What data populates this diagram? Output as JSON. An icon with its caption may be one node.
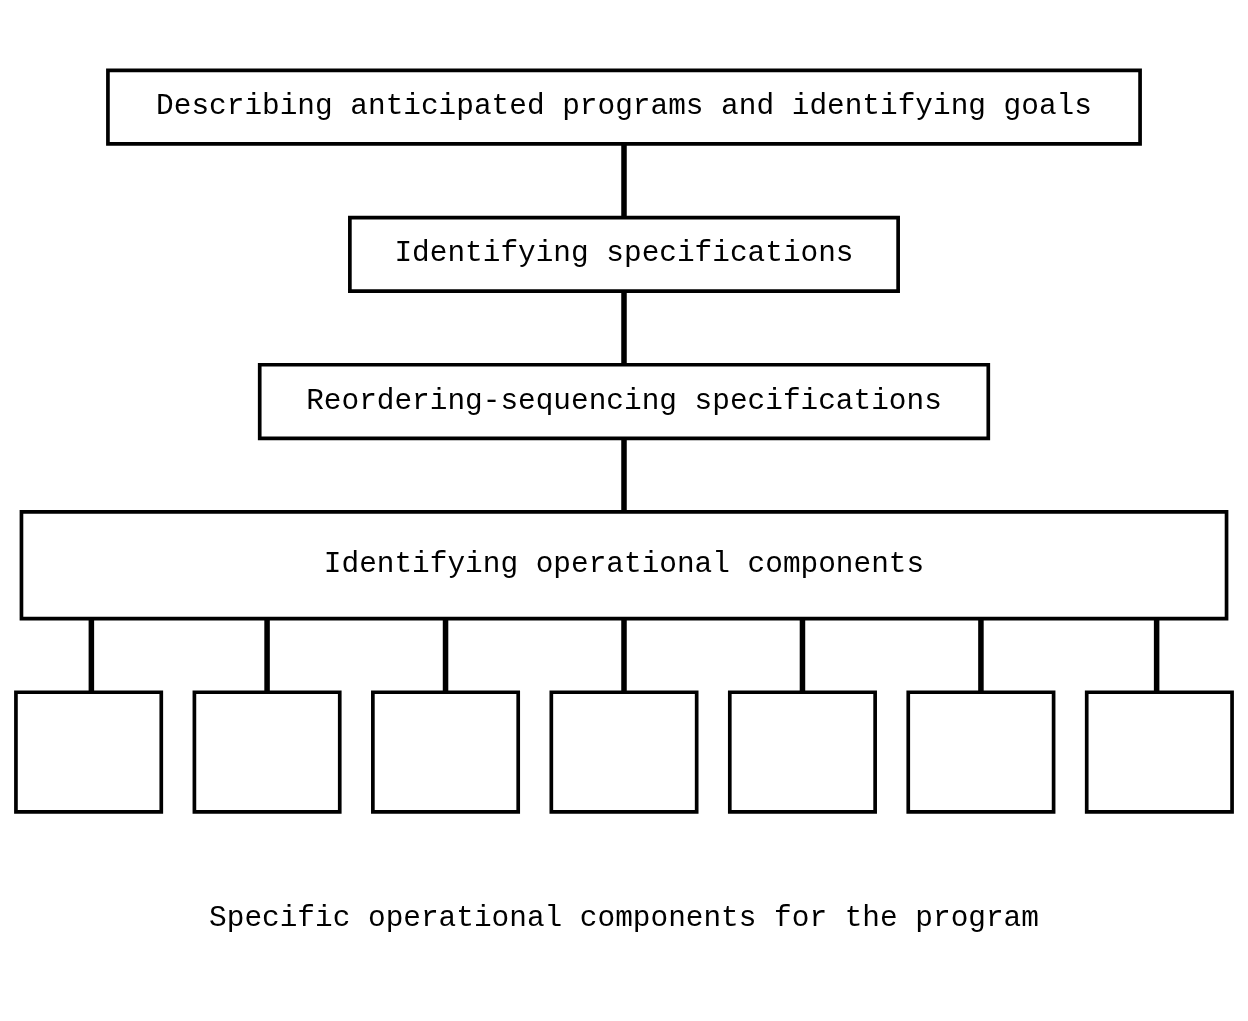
{
  "diagram": {
    "nodes": [
      {
        "text": [
          "Describing anticipated programs and identifying goals"
        ]
      },
      {
        "text": [
          "Identifying specifications"
        ]
      },
      {
        "text": [
          "Reordering-sequencing specifications"
        ]
      },
      {
        "text": [
          "Identifying operational components"
        ]
      },
      {
        "text": [],
        "shape": "box"
      },
      {
        "text": [],
        "shape": "box"
      },
      {
        "text": [],
        "shape": "box"
      },
      {
        "text": [],
        "shape": "box"
      },
      {
        "text": [],
        "shape": "box"
      },
      {
        "text": [],
        "shape": "box"
      },
      {
        "text": [],
        "shape": "box"
      }
    ],
    "edges": [
      {
        "from": 0,
        "to": 1,
        "arrow": "none"
      },
      {
        "from": 1,
        "to": 2,
        "arrow": "none"
      },
      {
        "from": 2,
        "to": 3,
        "arrow": "none"
      },
      {
        "from": 3,
        "to": 4,
        "arrow": "none"
      },
      {
        "from": 3,
        "to": 5,
        "arrow": "none"
      },
      {
        "from": 3,
        "to": 6,
        "arrow": "none"
      },
      {
        "from": 3,
        "to": 7,
        "arrow": "none"
      },
      {
        "from": 3,
        "to": 8,
        "arrow": "none"
      },
      {
        "from": 3,
        "to": 9,
        "arrow": "none"
      },
      {
        "from": 3,
        "to": 10,
        "arrow": "none"
      }
    ],
    "labels": [
      "Specific operational components for the program"
    ]
  }
}
